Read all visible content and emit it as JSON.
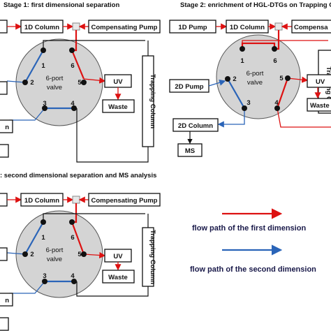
{
  "stage1": {
    "title": "Stage 1: first dimensional separation",
    "d1_column": "1D Column",
    "compensating_pump": "Compensating Pump",
    "trapping_column": "Trapping Column",
    "valve_line1": "6-port",
    "valve_line2": "valve",
    "uv": "UV",
    "waste": "Waste",
    "ports": [
      "1",
      "2",
      "3",
      "4",
      "5",
      "6"
    ]
  },
  "stage2": {
    "title": "Stage 2:  enrichment of HGL-DTGs on Trapping C",
    "d1_pump": "1D Pump",
    "d1_column": "1D Column",
    "compensating_pump": "Compensa",
    "d2_pump": "2D Pump",
    "d2_column": "2D Column",
    "ms": "MS",
    "trapping_column": "Trapping C",
    "valve_line1": "6-port",
    "valve_line2": "valve",
    "uv": "UV",
    "waste": "Waste",
    "ports": [
      "1",
      "2",
      "3",
      "4",
      "5",
      "6"
    ]
  },
  "stage3": {
    "title": ": second dimensional separation and MS analysis",
    "d1_column": "1D Column",
    "compensating_pump": "Compensating Pump",
    "trapping_column": "Trapping Column",
    "valve_line1": "6-port",
    "valve_line2": "valve",
    "uv": "UV",
    "waste": "Waste",
    "ports": [
      "1",
      "2",
      "3",
      "4",
      "5",
      "6"
    ]
  },
  "left_cut_labels": {
    "s1_column": "n",
    "s3_column": "n"
  },
  "legend": {
    "first": "flow path of the first dimension",
    "second": "flow path of the second dimension"
  },
  "colors": {
    "first_dimension": "#d11111",
    "second_dimension": "#2a64b8",
    "valve_fill": "#d4d4d4"
  }
}
